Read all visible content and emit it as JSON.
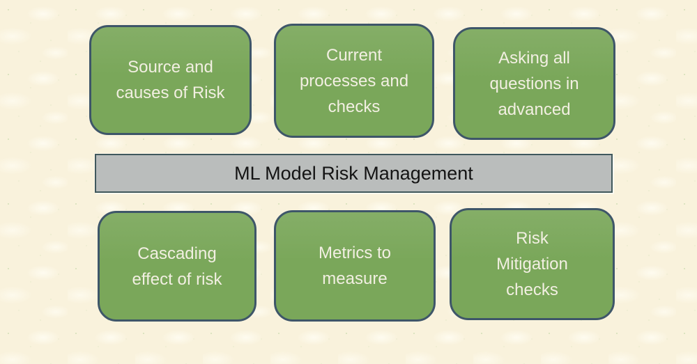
{
  "colors": {
    "canvas_bg": "#f9f2dc",
    "box_fill": "#7aa75a",
    "box_border": "#3e5669",
    "box_text": "#f2efe2",
    "bar_fill": "#babdbc",
    "bar_border": "#40585c",
    "bar_text": "#141414"
  },
  "diagram": {
    "center_bar": {
      "label": "ML Model Risk Management"
    },
    "top_row": [
      {
        "label": "Source and\ncauses of Risk"
      },
      {
        "label": "Current\nprocesses and\nchecks"
      },
      {
        "label": "Asking all\nquestions in\nadvanced"
      }
    ],
    "bottom_row": [
      {
        "label": "Cascading\neffect of risk"
      },
      {
        "label": "Metrics to\nmeasure"
      },
      {
        "label": "Risk\nMitigation\nchecks"
      }
    ]
  }
}
